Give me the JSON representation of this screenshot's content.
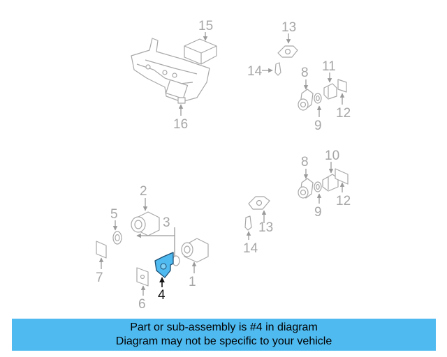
{
  "colors": {
    "highlight": "#4fbaf0",
    "part_outline": "#a8a8a8",
    "callout_inactive": "#a6a6a6",
    "callout_active": "#111111"
  },
  "callouts": {
    "c1": "1",
    "c2": "2",
    "c3": "3",
    "c4": "4",
    "c5": "5",
    "c6": "6",
    "c7": "7",
    "c8a": "8",
    "c8b": "8",
    "c9a": "9",
    "c9b": "9",
    "c10": "10",
    "c11": "11",
    "c12a": "12",
    "c12b": "12",
    "c13a": "13",
    "c13b": "13",
    "c14a": "14",
    "c14b": "14",
    "c15": "15",
    "c16": "16"
  },
  "highlighted_part": "4",
  "footer": {
    "line1": "Part or sub-assembly is #4 in diagram",
    "line2": "Diagram may not be specific to your vehicle"
  }
}
